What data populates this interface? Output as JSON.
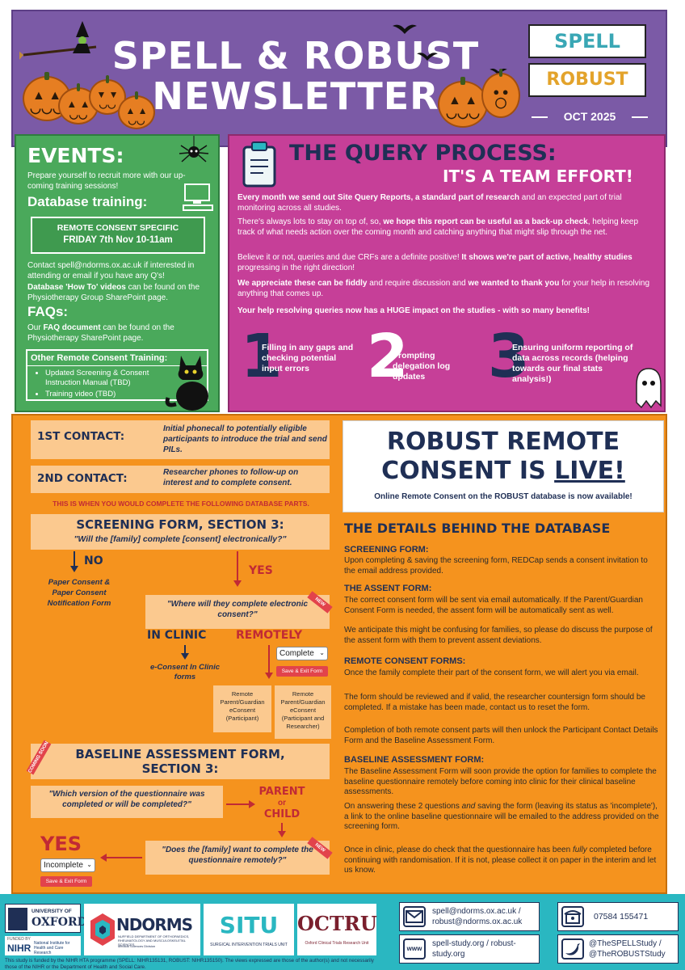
{
  "header": {
    "title_line1": "SPELL & ROBUST",
    "title_line2": "NEWSLETTER",
    "logo_spell": "SPELL",
    "logo_robust": "ROBUST",
    "date": "OCT 2025"
  },
  "events": {
    "heading": "EVENTS:",
    "intro": "Prepare yourself to recruit more with our up-coming training sessions!",
    "db_training_heading": "Database training:",
    "session_title": "REMOTE CONSENT SPECIFIC",
    "session_date": "FRIDAY 7th Nov 10-11am",
    "contact_text": "Contact spell@ndorms.ox.ac.uk if interested in attending or email if you have any Q's!",
    "howto_bold": "Database 'How To' videos",
    "howto_rest": " can be found on the Physiotherapy Group SharePoint page.",
    "faqs_heading": "FAQs:",
    "faq_pre": "Our ",
    "faq_bold": "FAQ document",
    "faq_rest": " can be found on the Physiotherapy SharePoint page.",
    "other_heading": "Other Remote Consent Training:",
    "other_items": [
      "Updated Screening & Consent Instruction Manual (TBD)",
      "Training video (TBD)"
    ]
  },
  "query": {
    "title": "THE QUERY PROCESS:",
    "subtitle": "IT'S A TEAM EFFORT!",
    "p1_bold": "Every month we send out Site Query Reports, a standard part of research",
    "p1_rest": " and an expected part of trial monitoring across all studies.",
    "p2_pre": "There's always lots to stay on top of, so, ",
    "p2_bold": "we hope this report can be useful as a back-up check",
    "p2_rest": ", helping keep track of what needs action over the coming month and catching anything that might slip through the net.",
    "p3_pre": "Believe it or not, queries and due CRFs are a definite positive! ",
    "p3_bold": "It shows we're part of active, healthy studies",
    "p3_rest": " progressing in the right direction!",
    "p4_bold1": "We appreciate these can be fiddly",
    "p4_mid": " and require discussion and ",
    "p4_bold2": "we wanted to thank you",
    "p4_rest": " for your help in resolving anything that comes up.",
    "p5": "Your help resolving queries now has a HUGE impact on the studies - with so many benefits!",
    "benefits": [
      {
        "num": "1",
        "text": "Filling in any gaps and checking potential input errors"
      },
      {
        "num": "2",
        "text": "Prompting delegation log updates"
      },
      {
        "num": "3",
        "text": "Ensuring uniform reporting of data across records (helping towards our final stats analysis!)"
      }
    ]
  },
  "flow": {
    "contact1_label": "1ST CONTACT:",
    "contact1_text": "Initial phonecall to potentially eligible participants to introduce the trial and send PILs.",
    "contact2_label": "2ND CONTACT:",
    "contact2_text": "Researcher phones to follow-up on interest and to complete consent.",
    "notice": "THIS IS WHEN YOU WOULD COMPLETE THE FOLLOWING DATABASE PARTS.",
    "screening_title": "SCREENING FORM, SECTION 3:",
    "screening_question": "\"Will the [family] complete [consent] electronically?\"",
    "no_label": "NO",
    "no_text": "Paper Consent & Paper Consent Notification Form",
    "yes_label": "YES",
    "where_question": "\"Where will they complete electronic consent?\"",
    "new_tag": "NEW",
    "in_clinic_label": "IN CLINIC",
    "remotely_label": "REMOTELY",
    "in_clinic_text": "e-Consent In Clinic forms",
    "select_complete": "Complete",
    "save_exit": "Save & Exit Form",
    "remote_box1": "Remote Parent/Guardian eConsent (Participant)",
    "remote_box2": "Remote Parent/Guardian eConsent (Participant and Researcher)",
    "coming_soon": "COMING SOON",
    "baseline_title_1": "BASELINE ASSESSMENT FORM,",
    "baseline_title_2": "SECTION 3:",
    "version_question": "\"Which version of the questionnaire was completed or will be completed?\"",
    "parent_label": "PARENT",
    "or_label": "or",
    "child_label": "CHILD",
    "remote_question": "\"Does the [family] want to complete the questionnaire remotely?\"",
    "yes2_label": "YES",
    "select_incomplete": "Incomplete",
    "save_exit2": "Save & Exit Form"
  },
  "robust": {
    "title_line1": "ROBUST REMOTE",
    "title_line2_pre": "CONSENT IS ",
    "title_live": "LIVE!",
    "subtitle": "Online Remote Consent on the ROBUST database is now available!",
    "details_heading": "THE DETAILS BEHIND THE DATABASE",
    "screening_heading": "SCREENING FORM:",
    "screening_text": "Upon completing & saving the screening form, REDCap sends a consent invitation to the email address provided.",
    "assent_heading": "THE ASSENT FORM:",
    "assent_text1": "The correct consent form will be sent via email automatically. If the Parent/Guardian Consent Form is needed, the assent form will be automatically sent as well.",
    "assent_text2": "We anticipate this might be confusing for families, so please do discuss the purpose of the assent form with them to prevent assent deviations.",
    "remote_heading": "REMOTE CONSENT FORMS:",
    "remote_text1": "Once the family complete their part of the consent form, we will alert you via email.",
    "remote_text2": "The form should be reviewed and if valid, the researcher countersign form should be completed. If a mistake has been made, contact us to reset the form.",
    "remote_text3": "Completion of both remote consent parts will then unlock the Participant Contact Details Form and the Baseline Assessment Form.",
    "baseline_heading": "BASELINE ASSESSMENT FORM:",
    "baseline_text1": "The Baseline Assessment Form will soon provide the option for families to complete the baseline questionnaire remotely before coming into clinic for their clinical baseline assessments.",
    "baseline_text2_pre": "On answering these 2 questions ",
    "baseline_text2_em": "and",
    "baseline_text2_rest": " saving the form (leaving its status as 'incomplete'), a link to the online baseline questionnaire will be emailed to the address provided on the screening form.",
    "baseline_text3_pre": "Once in clinic, please do check that the questionnaire has been ",
    "baseline_text3_em": "fully",
    "baseline_text3_rest": " completed before continuing with randomisation. If it is not, please collect it on paper in the interim and let us know."
  },
  "footer": {
    "oxford_line1": "UNIVERSITY OF",
    "oxford_line2": "OXFORD",
    "nihr_funded": "FUNDED BY",
    "nihr": "NIHR",
    "nihr_sub": "National Institute for Health and Care Research",
    "ndorms": "NDORMS",
    "ndorms_sub": "NUFFIELD DEPARTMENT OF ORTHOPAEDICS, RHEUMATOLOGY AND MUSCULOSKELETAL SCIENCES",
    "ndorms_sub2": "Medical Sciences Division",
    "situ": "SITU",
    "situ_sub": "SURGICAL INTERVENTION TRIALS UNIT",
    "octru": "OCTRU",
    "octru_sub": "Oxford Clinical Trials Research Unit",
    "email": "spell@ndorms.ox.ac.uk / robust@ndorms.ox.ac.uk",
    "phone": "07584 155471",
    "web": "spell-study.org / robust-study.org",
    "www": "www",
    "twitter": "@TheSPELLStudy / @TheROBUSTStudy",
    "funding_note": "This study is funded by the NIHR HTA programme (SPELL: NIHR135131, ROBUST: NIHR135150). The views expressed are those of the author(s) and not necessarily those of the NIHR or the Department of Health and Social Care."
  },
  "colors": {
    "purple": "#7b5aa6",
    "green": "#4aa95b",
    "magenta": "#c63f98",
    "orange": "#f5931e",
    "teal": "#2ab7c1",
    "navy": "#1f2f55",
    "red": "#c12a35"
  }
}
